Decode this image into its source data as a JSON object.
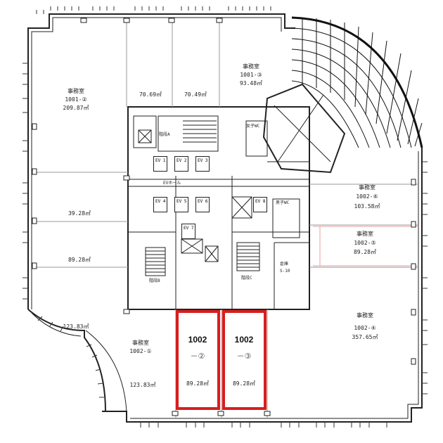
{
  "rooms": {
    "r1001_2": {
      "name": "事務室",
      "code": "1001-②",
      "area": "209.87㎡"
    },
    "r1001_3": {
      "name": "事務室",
      "code": "1001-③",
      "area": "93.48㎡"
    },
    "r1001_mid1": {
      "area": "70.69㎡"
    },
    "r1001_mid2": {
      "area": "70.49㎡"
    },
    "west_area1": {
      "area": "39.28㎡"
    },
    "west_area2": {
      "area": "89.28㎡"
    },
    "west_area3": {
      "area": "123.83㎡"
    },
    "r1002_1": {
      "name": "事務室",
      "code": "1002-①",
      "area": "123.83㎡"
    },
    "r1002_2": {
      "code": "1002",
      "sub": "－②",
      "area": "89.28㎡"
    },
    "r1002_3": {
      "code": "1002",
      "sub": "－③",
      "area": "89.28㎡"
    },
    "r1002_4": {
      "name": "事務室",
      "code": "1002-④",
      "area": "357.65㎡"
    },
    "r1002_5": {
      "name": "事務室",
      "code": "1002-⑤",
      "area": "89.28㎡"
    },
    "r1002_6": {
      "name": "事務室",
      "code": "1002-⑥",
      "area": "103.58㎡"
    }
  },
  "core": {
    "stair_a": "階段A",
    "stair_b": "階段B",
    "stair_c": "階段C",
    "womens_wc": "女子WC",
    "mens_wc": "男子WC",
    "storage": "倉庫",
    "storage_code": "S-10",
    "ev_hall": "EVホール",
    "ev_labels": [
      "EV 1",
      "EV 2",
      "EV 3",
      "EV 4",
      "EV 5",
      "EV 6",
      "EV 7",
      "EV 8"
    ]
  }
}
